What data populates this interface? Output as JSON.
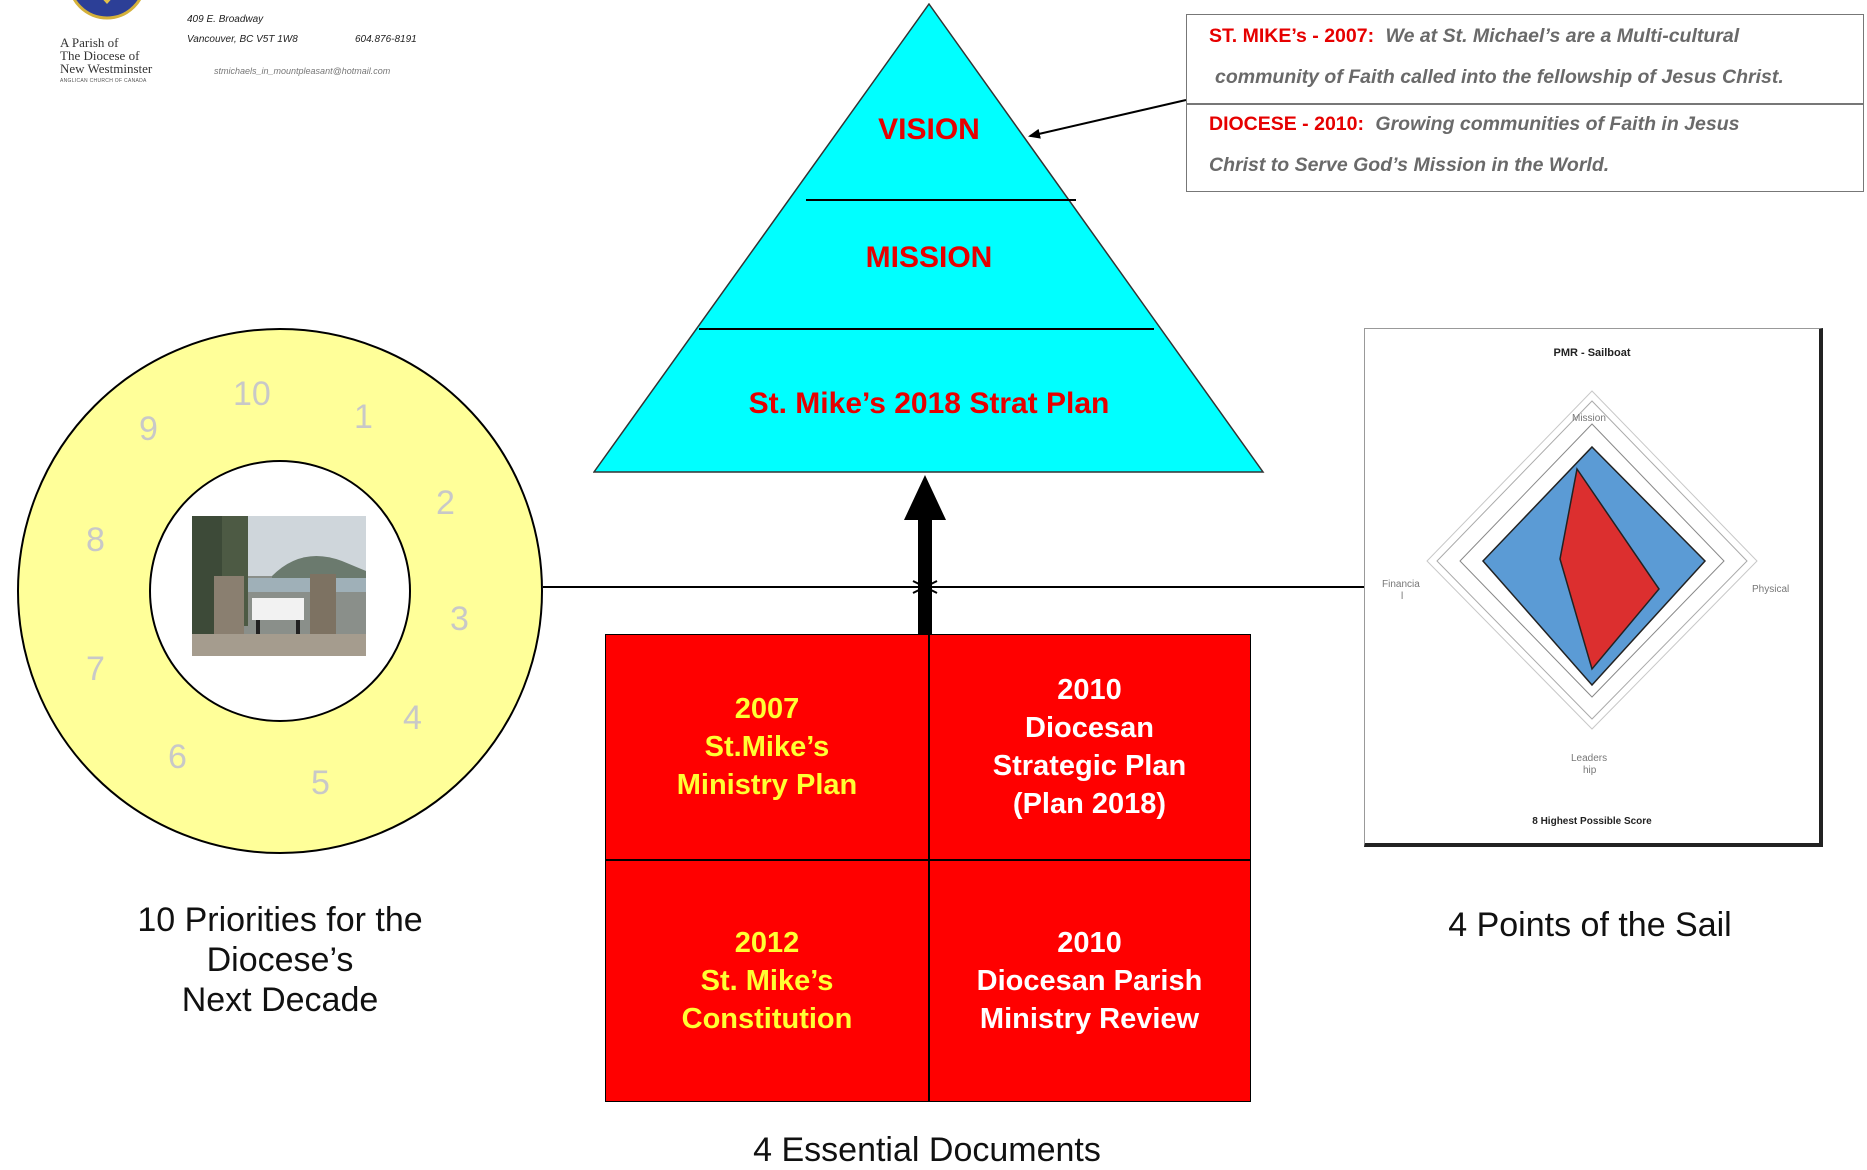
{
  "letterhead": {
    "address": "409 E. Broadway",
    "city": "Vancouver, BC V5T 1W8",
    "phone": "604.876-8191",
    "email": "stmichaels_in_mountpleasant@hotmail.com",
    "parish_line1": "A Parish of",
    "parish_line2": "The Diocese of",
    "parish_line3": "New Westminster",
    "parish_line4": "ANGLICAN CHURCH OF CANADA"
  },
  "pyramid": {
    "vision": "VISION",
    "mission": "MISSION",
    "strat_plan": "St. Mike’s 2018 Strat Plan"
  },
  "vision_box": {
    "row1_label": "ST. MIKE’s - 2007",
    "row1_sep": ":",
    "row1_text": "We at St. Michael’s are a Multi-cultural",
    "row2_text": "community of Faith called into the fellowship of Jesus Christ.",
    "row3_label": "DIOCESE - 2010",
    "row3_sep": ":",
    "row3_text": "Growing communities of Faith in Jesus",
    "row4_text": "Christ to Serve God’s Mission in the World."
  },
  "priorities": {
    "numbers": [
      "1",
      "2",
      "3",
      "4",
      "5",
      "6",
      "7",
      "8",
      "9",
      "10"
    ],
    "caption_line1": "10 Priorities for the",
    "caption_line2": "Diocese’s",
    "caption_line3": "Next Decade"
  },
  "documents": {
    "cell1_line1": "2007",
    "cell1_line2": "St.Mike’s",
    "cell1_line3": "Ministry Plan",
    "cell2_line1": "2010",
    "cell2_line2": "Diocesan",
    "cell2_line3": "Strategic Plan",
    "cell2_line4": "(Plan 2018)",
    "cell3_line1": "2012",
    "cell3_line2": "St. Mike’s",
    "cell3_line3": "Constitution",
    "cell4_line1": "2010",
    "cell4_line2": "Diocesan Parish",
    "cell4_line3": "Ministry Review",
    "caption": "4 Essential Documents"
  },
  "sail": {
    "chart_title": "PMR - Sailboat",
    "top_label": "Mission",
    "left_label": "Financia",
    "left_label2": "l",
    "right_label": "Physical",
    "bottom_label": "Leaders",
    "bottom_label2": "hip",
    "footer": "8 Highest Possible Score",
    "caption": "4 Points of the Sail"
  },
  "colors": {
    "pyramid": "#00ffff",
    "documents": "#ff0000",
    "ring": "#ffff99",
    "accent_red": "#e60000",
    "sail_outer": "#5b9bd5",
    "sail_inner": "#dc2f2f"
  }
}
